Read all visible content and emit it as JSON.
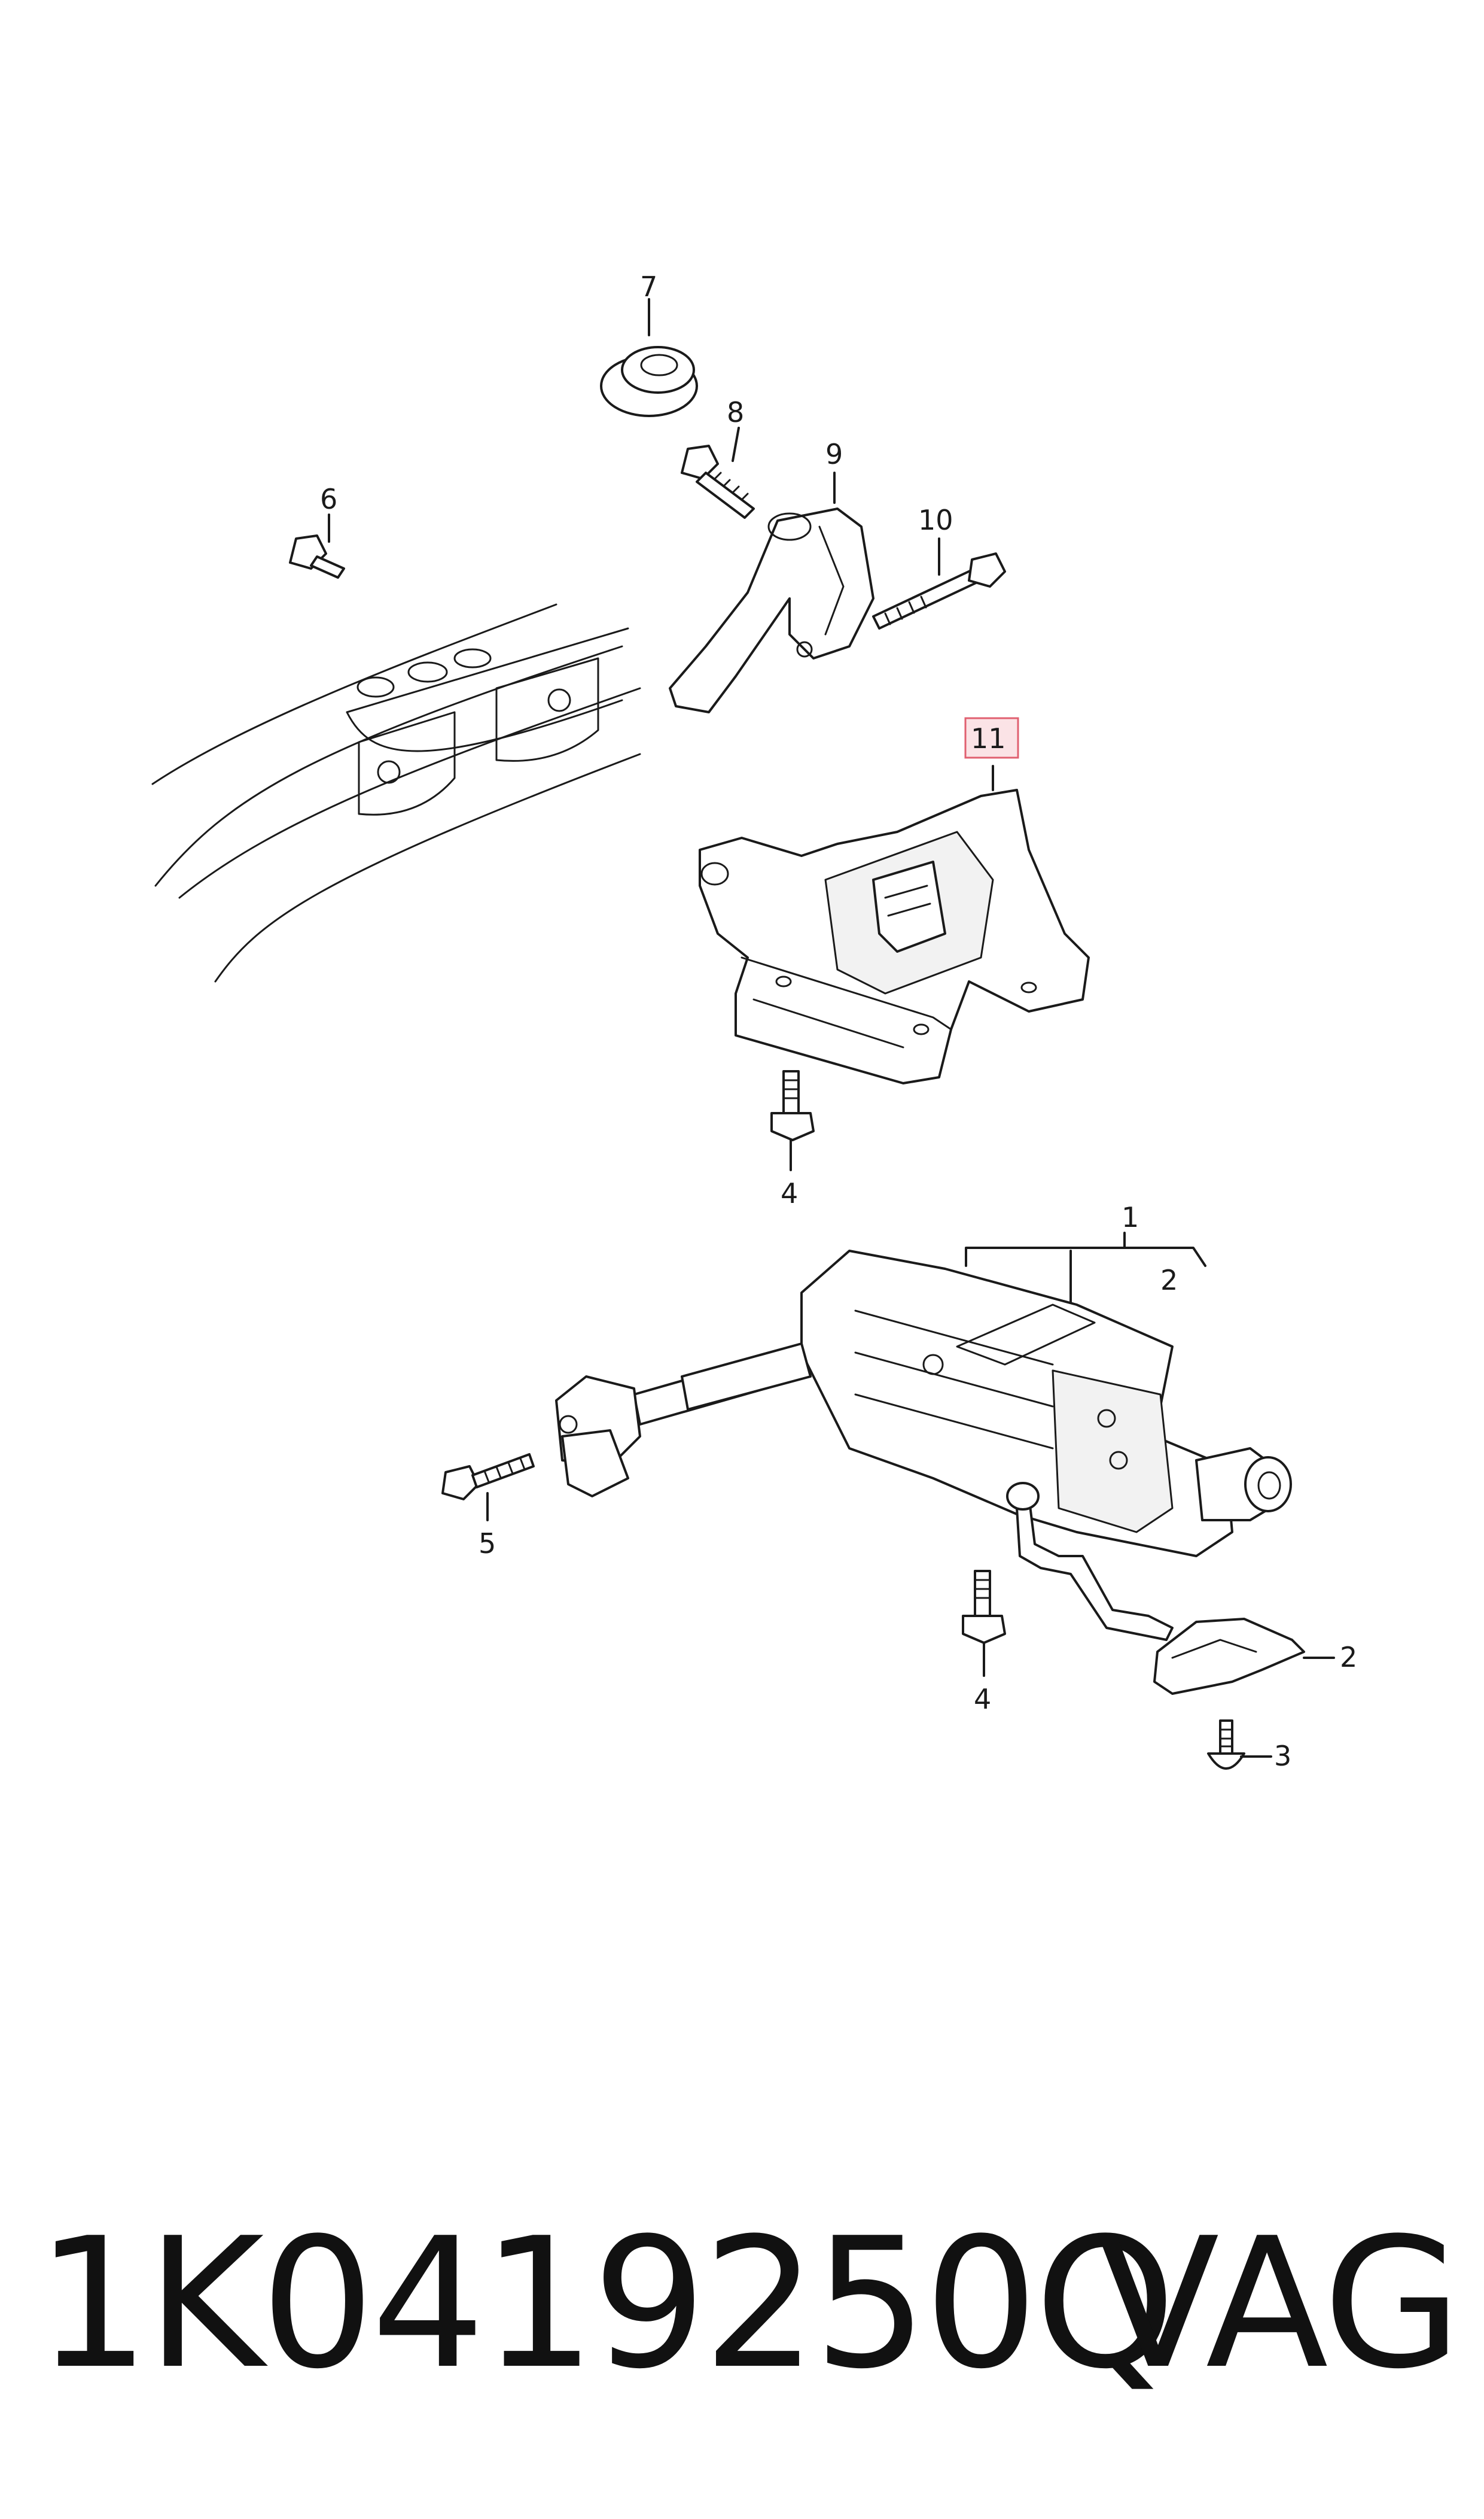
{
  "diagram": {
    "callouts": [
      {
        "id": "c7",
        "label": "7"
      },
      {
        "id": "c8",
        "label": "8"
      },
      {
        "id": "c9",
        "label": "9"
      },
      {
        "id": "c6",
        "label": "6"
      },
      {
        "id": "c10",
        "label": "10"
      },
      {
        "id": "c11",
        "label": "11",
        "highlighted": true
      },
      {
        "id": "c4a",
        "label": "4"
      },
      {
        "id": "c1",
        "label": "1"
      },
      {
        "id": "c2a",
        "label": "2"
      },
      {
        "id": "c5",
        "label": "5"
      },
      {
        "id": "c4b",
        "label": "4"
      },
      {
        "id": "c2b",
        "label": "2"
      },
      {
        "id": "c3",
        "label": "3"
      }
    ],
    "highlight_color": "#e06070"
  },
  "footer": {
    "part_number": "1K0419250Q",
    "brand": "VAG"
  }
}
